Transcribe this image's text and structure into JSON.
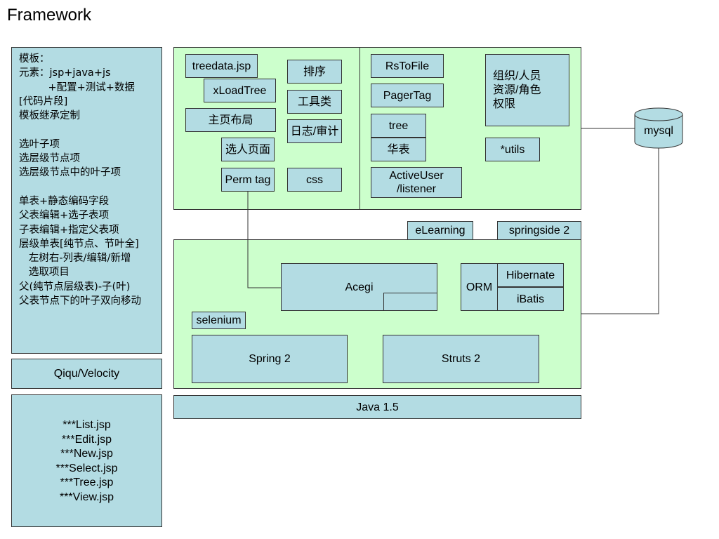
{
  "title": "Framework",
  "sidebar": {
    "notes": [
      "模板：",
      "元素：jsp+java+js",
      "         +配置+测试+数据",
      "[代码片段]",
      "模板继承定制",
      "",
      "选叶子项",
      "选层级节点项",
      "选层级节点中的叶子项",
      "",
      "单表+静态编码字段",
      "父表编辑+选子表项",
      "子表编辑+指定父表项",
      "层级单表[纯节点、节叶全]",
      "   左树右-列表/编辑/新增",
      "   选取项目",
      "父(纯节点层级表)-子(叶)",
      "父表节点下的叶子双向移动"
    ],
    "engine": "Qiqu/Velocity",
    "templates": [
      "***List.jsp",
      "***Edit.jsp",
      "***New.jsp",
      "***Select.jsp",
      "***Tree.jsp",
      "***View.jsp"
    ]
  },
  "web_layer": {
    "treedata": "treedata.jsp",
    "xloadtree": "xLoadTree",
    "homepage_layout": "主页布局",
    "select_person": "选人页面",
    "perm_tag": "Perm tag",
    "sort": "排序",
    "tools": "工具类",
    "log_audit": "日志/审计",
    "css": "css"
  },
  "util_layer": {
    "rstofile": "RsToFile",
    "pagertag": "PagerTag",
    "tree": "tree",
    "huabiao": "华表",
    "activeuser": "ActiveUser\n/listener",
    "org": "组织/人员\n资源/角色\n权限",
    "utils": "*utils"
  },
  "db": "mysql",
  "tags": {
    "elearning": "eLearning",
    "springside": "springside 2"
  },
  "core": {
    "acegi": "Acegi",
    "orm": "ORM",
    "hibernate": "Hibernate",
    "ibatis": "iBatis",
    "selenium": "selenium",
    "spring": "Spring 2",
    "struts": "Struts 2"
  },
  "java": "Java 1.5",
  "colors": {
    "panel_green": "#ccffcc",
    "box_blue": "#b3dce3",
    "border": "#333333"
  }
}
